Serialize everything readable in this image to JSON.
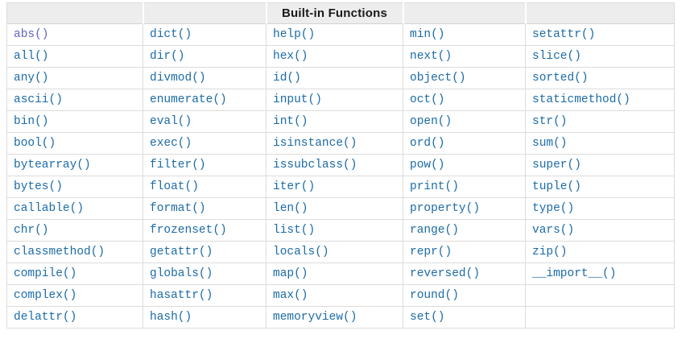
{
  "colors": {
    "link": "#1b6ba7",
    "visited_link": "#6464c3",
    "header_background": "#ededed",
    "border": "#dcdcdc",
    "header_text": "#1a1a1a"
  },
  "table": {
    "title": "Built-in Functions",
    "header": [
      "",
      "",
      "Built-in Functions",
      "",
      ""
    ],
    "visited": [
      "abs()"
    ],
    "rows": [
      [
        "abs()",
        "dict()",
        "help()",
        "min()",
        "setattr()"
      ],
      [
        "all()",
        "dir()",
        "hex()",
        "next()",
        "slice()"
      ],
      [
        "any()",
        "divmod()",
        "id()",
        "object()",
        "sorted()"
      ],
      [
        "ascii()",
        "enumerate()",
        "input()",
        "oct()",
        "staticmethod()"
      ],
      [
        "bin()",
        "eval()",
        "int()",
        "open()",
        "str()"
      ],
      [
        "bool()",
        "exec()",
        "isinstance()",
        "ord()",
        "sum()"
      ],
      [
        "bytearray()",
        "filter()",
        "issubclass()",
        "pow()",
        "super()"
      ],
      [
        "bytes()",
        "float()",
        "iter()",
        "print()",
        "tuple()"
      ],
      [
        "callable()",
        "format()",
        "len()",
        "property()",
        "type()"
      ],
      [
        "chr()",
        "frozenset()",
        "list()",
        "range()",
        "vars()"
      ],
      [
        "classmethod()",
        "getattr()",
        "locals()",
        "repr()",
        "zip()"
      ],
      [
        "compile()",
        "globals()",
        "map()",
        "reversed()",
        "__import__()"
      ],
      [
        "complex()",
        "hasattr()",
        "max()",
        "round()",
        ""
      ],
      [
        "delattr()",
        "hash()",
        "memoryview()",
        "set()",
        ""
      ]
    ]
  }
}
